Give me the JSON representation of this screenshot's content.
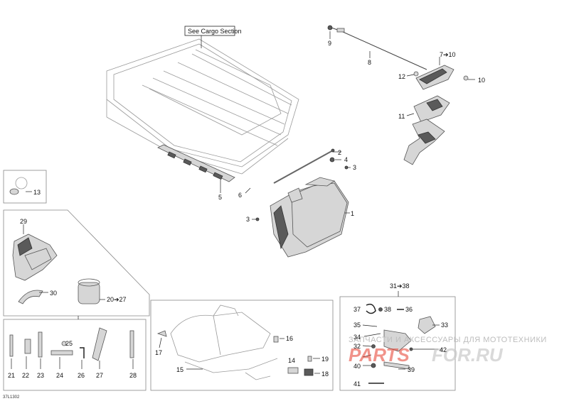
{
  "callout": "See Cargo Section",
  "drawing_code": "37L1302",
  "watermark": {
    "tagline": "ЗАПЧАСТИ И АКСЕССУАРЫ ДЛЯ МОТОТЕХНИКИ",
    "brand_a": "PARTS",
    "brand_b": "FOR.RU"
  },
  "labels": {
    "p1": "1",
    "p2": "2",
    "p3a": "3",
    "p3b": "3",
    "p4": "4",
    "p5": "5",
    "p6": "6",
    "p7": "7➔10",
    "p8": "8",
    "p9": "9",
    "p10": "10",
    "p11": "11",
    "p12": "12",
    "p13": "13",
    "p14": "14",
    "p15": "15",
    "p16": "16",
    "p17": "17",
    "p18": "18",
    "p19": "19",
    "p20": "20➔27",
    "p21": "21",
    "p22": "22",
    "p23": "23",
    "p24": "24",
    "p25": "25",
    "p26": "26",
    "p27": "27",
    "p28": "28",
    "p29": "29",
    "p30": "30",
    "p31": "31➔38",
    "p32": "32",
    "p33": "33",
    "p34": "34",
    "p35": "35",
    "p36": "36",
    "p37": "37",
    "p38": "38",
    "p39": "39",
    "p40": "40",
    "p41": "41",
    "p42": "42"
  }
}
